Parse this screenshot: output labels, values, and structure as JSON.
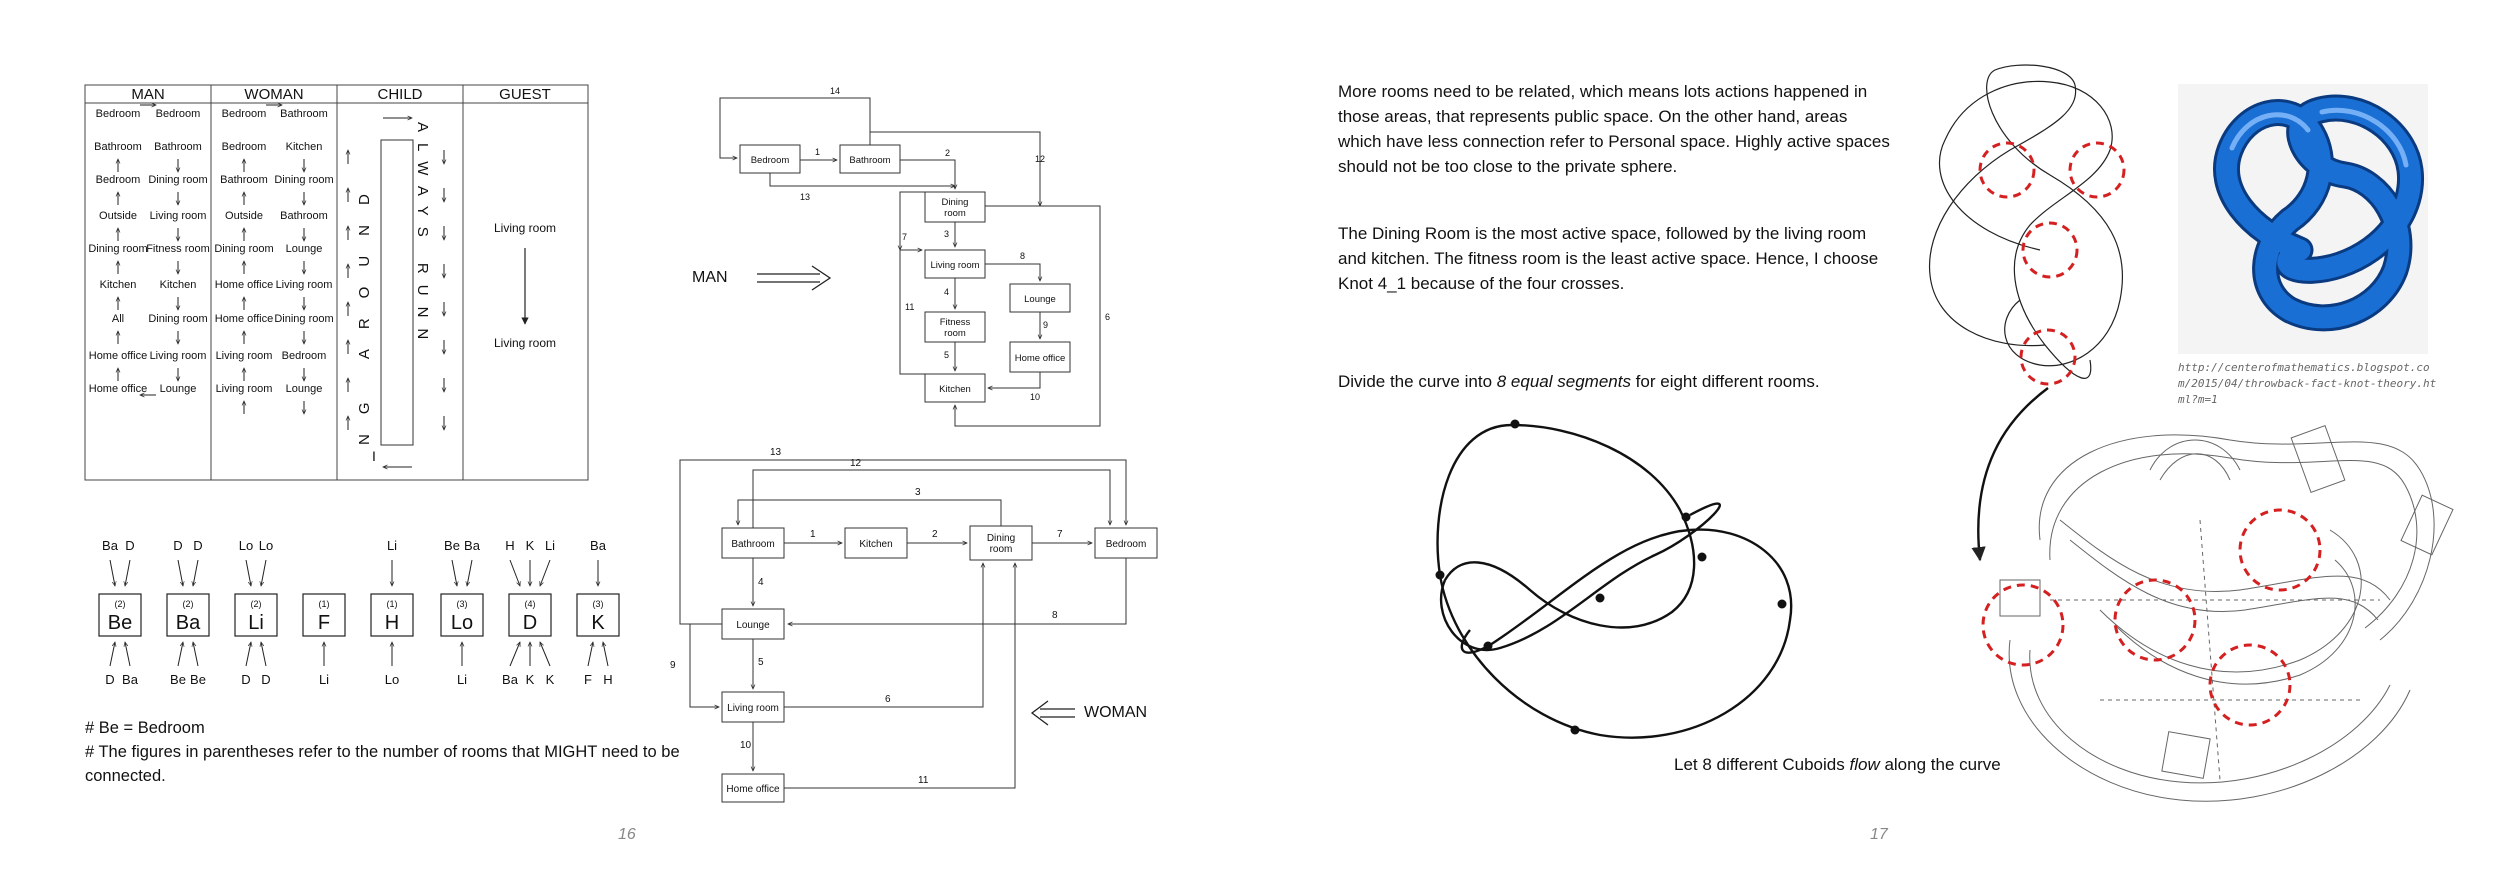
{
  "left_page": {
    "table": {
      "headers": [
        "MAN",
        "WOMAN",
        "CHILD",
        "GUEST"
      ],
      "man_cells": [
        [
          "Bedroom",
          "Bedroom"
        ],
        [
          "Bathroom",
          "Bathroom"
        ],
        [
          "Bedroom",
          "Dining room"
        ],
        [
          "Outside",
          "Living room"
        ],
        [
          "Dining room",
          "Fitness room"
        ],
        [
          "Kitchen",
          "Kitchen"
        ],
        [
          "All",
          "Dining room"
        ],
        [
          "Home office",
          "Living room"
        ],
        [
          "Home office",
          "Lounge"
        ]
      ],
      "woman_cells": [
        [
          "Bedroom",
          "Bathroom"
        ],
        [
          "Bedroom",
          "Kitchen"
        ],
        [
          "Bathroom",
          "Dining room"
        ],
        [
          "Outside",
          "Bathroom"
        ],
        [
          "Dining room",
          "Lounge"
        ],
        [
          "Home office",
          "Living room"
        ],
        [
          "Home office",
          "Dining room"
        ],
        [
          "Living room",
          "Bedroom"
        ],
        [
          "Living room",
          "Lounge"
        ]
      ],
      "child_left_text": "NG AROUND",
      "child_right_text": "ALWAYS RUNN",
      "child_bottom_text": "I",
      "guest_from": "Living room",
      "guest_to": "Living room"
    },
    "room_boxes": [
      {
        "top": [
          "Ba",
          "D"
        ],
        "count": "(2)",
        "code": "Be",
        "bottom": [
          "D",
          "Ba"
        ]
      },
      {
        "top": [
          "D",
          "D"
        ],
        "count": "(2)",
        "code": "Ba",
        "bottom": [
          "Be",
          "Be"
        ]
      },
      {
        "top": [
          "Lo",
          "Lo"
        ],
        "count": "(2)",
        "code": "Li",
        "bottom": [
          "D",
          "D"
        ]
      },
      {
        "top": [],
        "count": "(1)",
        "code": "F",
        "bottom": [
          "Li"
        ]
      },
      {
        "top": [
          "Li"
        ],
        "count": "(1)",
        "code": "H",
        "bottom": [
          "Lo"
        ]
      },
      {
        "top": [
          "Be",
          "Ba"
        ],
        "count": "(3)",
        "code": "Lo",
        "bottom": [
          "Li"
        ]
      },
      {
        "top": [
          "H",
          "K",
          "Li"
        ],
        "count": "(4)",
        "code": "D",
        "bottom": [
          "Ba",
          "K",
          "K"
        ]
      },
      {
        "top": [
          "Ba"
        ],
        "count": "(3)",
        "code": "K",
        "bottom": [
          "F",
          "H"
        ]
      }
    ],
    "notes": [
      "# Be = Bedroom",
      "# The figures in parentheses refer to the number of rooms that MIGHT need to be connected."
    ],
    "man_label": "MAN",
    "woman_label": "WOMAN",
    "man_diagram": {
      "nodes": [
        "Bedroom",
        "Bathroom",
        "Dining room",
        "Living room",
        "Lounge",
        "Fitness room",
        "Home office",
        "Kitchen"
      ],
      "edge_numbers": [
        "1",
        "2",
        "3",
        "4",
        "5",
        "6",
        "7",
        "8",
        "9",
        "10",
        "11",
        "12",
        "13",
        "14"
      ]
    },
    "woman_diagram": {
      "nodes": [
        "Bathroom",
        "Kitchen",
        "Dining room",
        "Bedroom",
        "Lounge",
        "Living room",
        "Home office"
      ],
      "edge_numbers": [
        "1",
        "2",
        "3",
        "4",
        "5",
        "6",
        "7",
        "8",
        "9",
        "10",
        "11",
        "12",
        "13"
      ]
    },
    "page_number": "16"
  },
  "right_page": {
    "paragraph1": "More rooms need to be related, which means lots actions happened in those areas, that represents public space. On the other hand, areas which have less connection refer to Personal space. Highly active spaces should not be too close to the private sphere.",
    "paragraph2": "The Dining Room is the most active space, followed by the living room and kitchen. The fitness room is the least active space. Hence, I choose Knot 4_1 because of the four crosses.",
    "paragraph3_before": "Divide the curve into ",
    "paragraph3_emph": "8 equal segments",
    "paragraph3_after": " for eight different rooms.",
    "caption_before": "Let 8 different Cuboids ",
    "caption_emph": "flow",
    "caption_after": " along the curve",
    "image_credit": "http://centerofmathematics.blogspot.com/2015/04/throwback-fact-knot-theory.html?m=1",
    "page_number": "17"
  },
  "colors": {
    "ink": "#111111",
    "accent_red": "#d42020",
    "knot_blue": "#1a6fd4",
    "grey_text": "#888888"
  }
}
